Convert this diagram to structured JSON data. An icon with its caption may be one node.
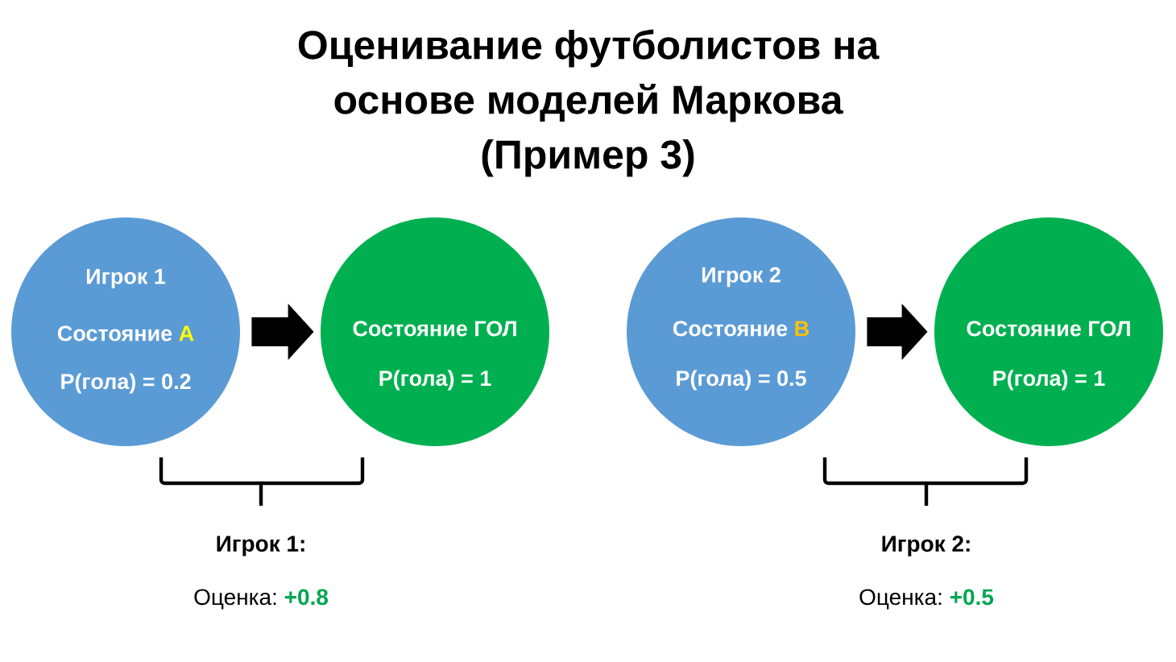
{
  "diagram": {
    "title": "Оценивание футболистов на основе моделей Маркова (Пример 3)",
    "nodes": [
      {
        "text": [
          "Игрок 1",
          "Состояние",
          "A",
          "P(гола) = 0.2"
        ]
      },
      {
        "text": [
          "Состояние ГОЛ",
          "P(гола) = 1"
        ]
      },
      {
        "text": [
          "Игрок 2",
          "Состояние",
          "B",
          "P(гола) = 0.5"
        ]
      },
      {
        "text": [
          "Состояние ГОЛ",
          "P(гола) = 1"
        ]
      }
    ],
    "edges": [
      {
        "from": 0,
        "to": 1,
        "arrow": "to"
      },
      {
        "from": 2,
        "to": 3,
        "arrow": "to"
      }
    ],
    "labels": [
      "Игрок 1:",
      "Оценка:",
      "+0.8",
      "Игрок 2:",
      "Оценка:",
      "+0.5"
    ]
  }
}
